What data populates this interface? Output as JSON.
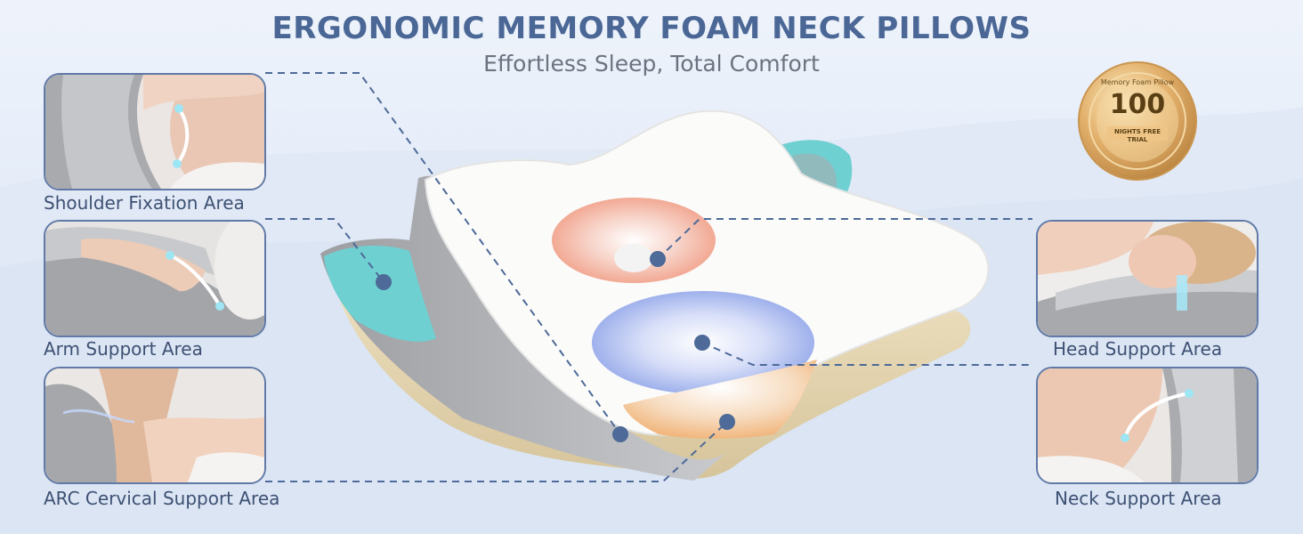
{
  "header": {
    "title": "ERGONOMIC MEMORY FOAM NECK PILLOWS",
    "subtitle": "Effortless Sleep, Total Comfort"
  },
  "badge": {
    "top_text": "Memory Foam Pillow",
    "number": "100",
    "bottom_text": "NIGHTS FREE TRIAL"
  },
  "areas": {
    "shoulder": "Shoulder Fixation Area",
    "arm": "Arm Support Area",
    "arc": "ARC Cervical Support Area",
    "head": "Head Support Area",
    "neck": "Neck Support Area"
  },
  "colors": {
    "title": "#4a6796",
    "frame": "#6079a6",
    "dot": "#4d6a98",
    "accent_teal": "#6fd0d2",
    "badge_gold": "#d9a45b"
  }
}
